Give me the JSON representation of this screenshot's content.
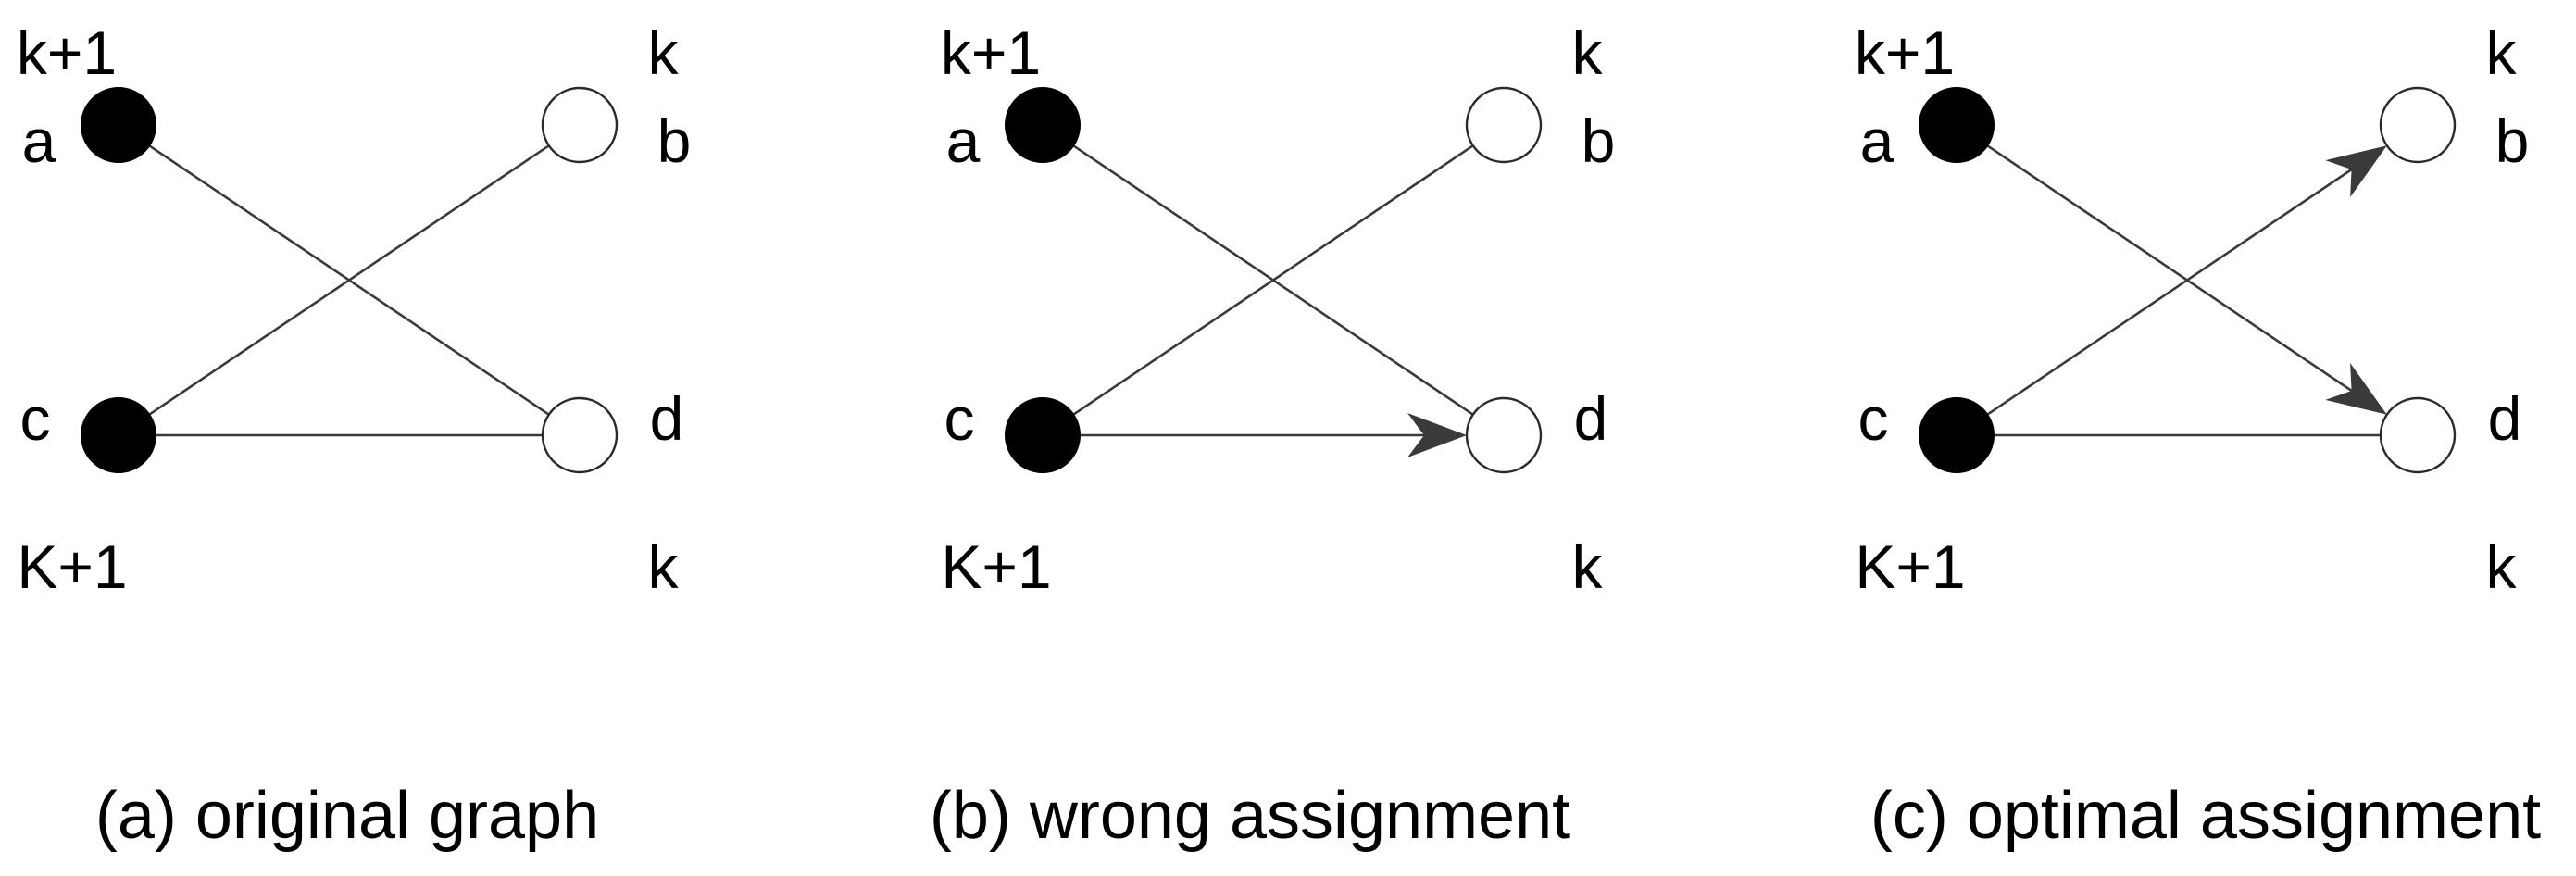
{
  "node_colors": {
    "filled": "#000000",
    "empty": "#ffffff",
    "edge": "#3a3a3a"
  },
  "panels": [
    {
      "id": "a",
      "caption": "(a) original graph",
      "weights": {
        "top_left": "k+1",
        "top_right": "k",
        "bottom_left": "K+1",
        "bottom_right": "k"
      },
      "nodes": [
        {
          "id": "a",
          "label": "a",
          "filled": true
        },
        {
          "id": "b",
          "label": "b",
          "filled": false
        },
        {
          "id": "c",
          "label": "c",
          "filled": true
        },
        {
          "id": "d",
          "label": "d",
          "filled": false
        }
      ],
      "edges": [
        {
          "from": "a",
          "to": "d",
          "directed": false
        },
        {
          "from": "c",
          "to": "b",
          "directed": false
        },
        {
          "from": "c",
          "to": "d",
          "directed": false
        }
      ]
    },
    {
      "id": "b",
      "caption": "(b) wrong assignment",
      "weights": {
        "top_left": "k+1",
        "top_right": "k",
        "bottom_left": "K+1",
        "bottom_right": "k"
      },
      "nodes": [
        {
          "id": "a",
          "label": "a",
          "filled": true
        },
        {
          "id": "b",
          "label": "b",
          "filled": false
        },
        {
          "id": "c",
          "label": "c",
          "filled": true
        },
        {
          "id": "d",
          "label": "d",
          "filled": false
        }
      ],
      "edges": [
        {
          "from": "a",
          "to": "d",
          "directed": false
        },
        {
          "from": "c",
          "to": "b",
          "directed": false
        },
        {
          "from": "c",
          "to": "d",
          "directed": true
        }
      ]
    },
    {
      "id": "c",
      "caption": "(c) optimal assignment",
      "weights": {
        "top_left": "k+1",
        "top_right": "k",
        "bottom_left": "K+1",
        "bottom_right": "k"
      },
      "nodes": [
        {
          "id": "a",
          "label": "a",
          "filled": true
        },
        {
          "id": "b",
          "label": "b",
          "filled": false
        },
        {
          "id": "c",
          "label": "c",
          "filled": true
        },
        {
          "id": "d",
          "label": "d",
          "filled": false
        }
      ],
      "edges": [
        {
          "from": "a",
          "to": "d",
          "directed": true
        },
        {
          "from": "c",
          "to": "b",
          "directed": true
        },
        {
          "from": "c",
          "to": "d",
          "directed": false
        }
      ]
    }
  ]
}
